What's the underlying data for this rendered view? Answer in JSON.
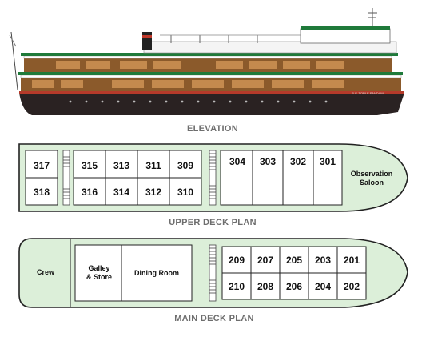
{
  "sections": {
    "elevation": "ELEVATION",
    "upper": "UPPER DECK PLAN",
    "main": "MAIN DECK PLAN"
  },
  "ship": {
    "name": "R.V. TONLE PANDAW"
  },
  "upper_deck": {
    "cabins_top": [
      "317",
      "315",
      "313",
      "311",
      "309",
      "304",
      "303",
      "302",
      "301"
    ],
    "cabins_bottom": [
      "318",
      "316",
      "314",
      "312",
      "310"
    ],
    "observation_line1": "Observation",
    "observation_line2": "Saloon"
  },
  "main_deck": {
    "crew": "Crew",
    "galley_line1": "Galley",
    "galley_line2": "& Store",
    "dining": "Dining Room",
    "cabins_top": [
      "209",
      "207",
      "205",
      "203",
      "201"
    ],
    "cabins_bottom": [
      "210",
      "208",
      "206",
      "204",
      "202"
    ]
  },
  "colors": {
    "deck_fill": "#dcefd9",
    "hull": "#2a2222",
    "wood": "#8b5a2b",
    "trim_green": "#1f7a3a",
    "label_gray": "#6e6e6e"
  }
}
